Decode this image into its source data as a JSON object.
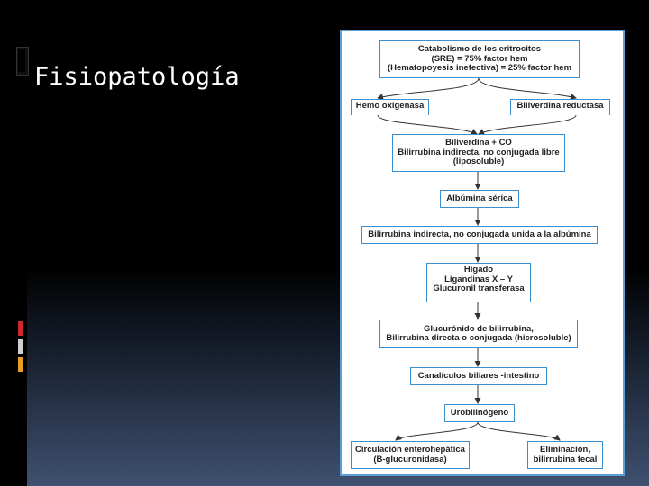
{
  "slide": {
    "title": "Fisiopatología",
    "colors": {
      "background": "#000000",
      "gradient_bottom": "#3f5170",
      "accent_red": "#cc2a2a",
      "accent_gray": "#cfcfcf",
      "accent_orange": "#e8a020"
    }
  },
  "diagram": {
    "border_color": "#3a8fd0",
    "nodes": {
      "catabolismo": {
        "lines": [
          "Catabolismo de los eritrocitos",
          "(SRE) = 75% factor hem",
          "(Hematopoyesis inefectiva) = 25% factor hem"
        ]
      },
      "hemo_oxigenasa": {
        "lines": [
          "Hemo oxigenasa"
        ]
      },
      "biliverdina_reductasa": {
        "lines": [
          "Biliverdina reductasa"
        ]
      },
      "biliverdina_co": {
        "lines": [
          "Biliverdina + CO",
          "Bilirrubina indirecta, no conjugada libre",
          "(liposoluble)"
        ]
      },
      "albumina": {
        "lines": [
          "Albúmina sérica"
        ]
      },
      "bilirrubina_unida": {
        "lines": [
          "Bilirrubina indirecta, no conjugada unida a la albúmina"
        ]
      },
      "higado": {
        "lines": [
          "Hígado",
          "Ligandinas X – Y",
          "Glucuronil transferasa"
        ]
      },
      "glucuronido": {
        "lines": [
          "Glucurónido de bilirrubina,",
          "Bilirrubina directa o conjugada (hicrosoluble)"
        ]
      },
      "canaliculos": {
        "lines": [
          "Canalículos biliares -intestino"
        ]
      },
      "urobilinogeno": {
        "lines": [
          "Urobilinógeno"
        ]
      },
      "circulacion": {
        "lines": [
          "Circulación enterohepática",
          "(B-glucuronidasa)"
        ]
      },
      "eliminacion": {
        "lines": [
          "Eliminación,",
          "bilirrubina fecal"
        ]
      }
    }
  }
}
